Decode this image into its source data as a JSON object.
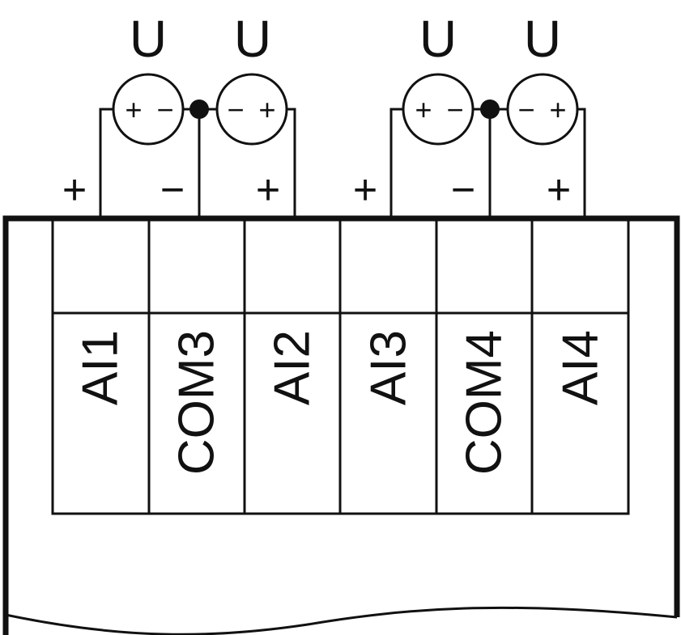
{
  "sources": [
    {
      "symbol": "U",
      "left_sign": "+",
      "right_sign": "−"
    },
    {
      "symbol": "U",
      "left_sign": "−",
      "right_sign": "+"
    },
    {
      "symbol": "U",
      "left_sign": "+",
      "right_sign": "−"
    },
    {
      "symbol": "U",
      "left_sign": "−",
      "right_sign": "+"
    }
  ],
  "wire_signs": [
    "+",
    "−",
    "+",
    "+",
    "−",
    "+"
  ],
  "terminals": [
    "AI1",
    "COM3",
    "AI2",
    "AI3",
    "COM4",
    "AI4"
  ]
}
